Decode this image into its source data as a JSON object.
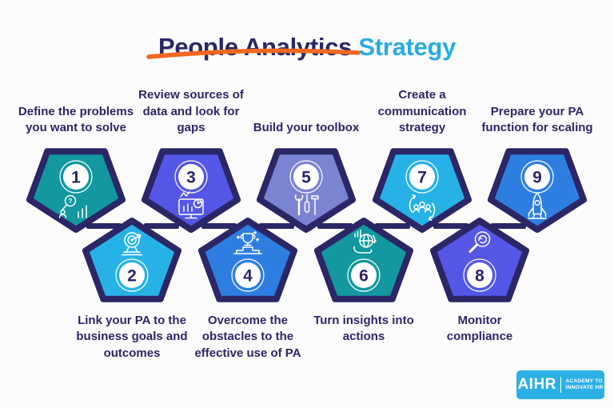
{
  "title": {
    "text_primary": "People Analytics",
    "text_accent": "Strategy"
  },
  "colors": {
    "navy": "#2B2666",
    "teal": "#12989E",
    "cyan": "#27B2E7",
    "indigo": "#5457E6",
    "blue": "#2E7EE2",
    "periwinkle": "#7B83D3",
    "orange_underline": "#F2681F",
    "title_accent": "#29ABE2",
    "logo_background": "#2BB0E6",
    "background": "#FCFCFC"
  },
  "steps": [
    {
      "number": "1",
      "label": "Define the problems you want to solve",
      "color": "#12989E",
      "icon": "problem-analysis-icon",
      "row": "top"
    },
    {
      "number": "2",
      "label": "Link your PA to the business goals and outcomes",
      "color": "#27B2E7",
      "icon": "target-icon",
      "row": "bottom"
    },
    {
      "number": "3",
      "label": "Review sources of data and look for gaps",
      "color": "#5457E6",
      "icon": "data-dashboard-icon",
      "row": "top"
    },
    {
      "number": "4",
      "label": "Overcome the obstacles to the effective use of PA",
      "color": "#2E7EE2",
      "icon": "trophy-podium-icon",
      "row": "bottom"
    },
    {
      "number": "5",
      "label": "Build your toolbox",
      "color": "#7B83D3",
      "icon": "tools-icon",
      "row": "top"
    },
    {
      "number": "6",
      "label": "Turn insights into actions",
      "color": "#12989E",
      "icon": "globe-hand-icon",
      "row": "bottom"
    },
    {
      "number": "7",
      "label": "Create a communication strategy",
      "color": "#27B2E7",
      "icon": "people-cycle-icon",
      "row": "top"
    },
    {
      "number": "8",
      "label": "Monitor compliance",
      "color": "#5457E6",
      "icon": "magnifier-refresh-icon",
      "row": "bottom"
    },
    {
      "number": "9",
      "label": "Prepare your PA function for scaling",
      "color": "#2E7EE2",
      "icon": "rocket-icon",
      "row": "top"
    }
  ],
  "logo": {
    "name": "AIHR",
    "tagline_line1": "ACADEMY TO",
    "tagline_line2": "INNOVATE HR"
  }
}
